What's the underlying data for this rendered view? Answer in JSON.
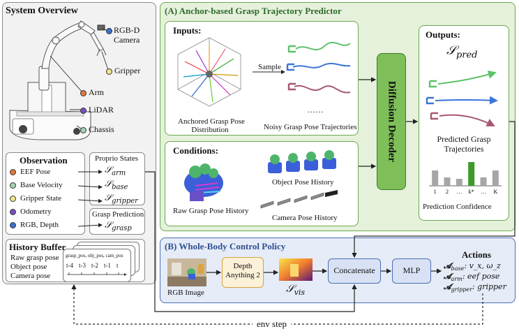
{
  "system_overview": {
    "title": "System Overview",
    "labels": {
      "camera": "RGB-D\nCamera",
      "gripper": "Gripper",
      "arm": "Arm",
      "lidar": "LiDAR",
      "chassis": "Chassis"
    },
    "colors": {
      "camera": "#3b6fd1",
      "gripper": "#f0e68c",
      "arm": "#e07a3c",
      "lidar": "#7a4fc0",
      "chassis": "#9fd3b5"
    }
  },
  "observation": {
    "title": "Observation",
    "items": [
      {
        "label": "EEF Pose",
        "color": "#e07a3c"
      },
      {
        "label": "Base Velocity",
        "color": "#9fd3b5"
      },
      {
        "label": "Gripper State",
        "color": "#f0e68c"
      },
      {
        "label": "Odometry",
        "color": "#7a4fc0"
      },
      {
        "label": "RGB, Depth",
        "color": "#3b6fd1"
      }
    ],
    "proprio_title": "Proprio States",
    "proprio": [
      "S_arm",
      "S_base",
      "S_gripper"
    ],
    "grasp_title": "Grasp Prediction",
    "grasp": "S_grasp"
  },
  "history": {
    "title": "History Buffer",
    "items": [
      "Raw grasp pose",
      "Object pose",
      "Camera pose"
    ],
    "card_header": "grasp_pos, obj_pos, cam_pos",
    "ticks": [
      "t-4",
      "t-3",
      "t-2",
      "t-1",
      "t"
    ]
  },
  "predictor": {
    "title": "(A) Anchor-based Grasp Trajectory Predictor",
    "inputs_title": "Inputs:",
    "anchored_caption": "Anchored Grasp Pose\nDistribution",
    "sample_label": "Sample",
    "ellipsis": "……",
    "noisy_caption": "Noisy Grasp Pose Trajectories",
    "conditions_title": "Conditions:",
    "raw_caption": "Raw Grasp Pose History",
    "object_caption": "Object Pose History",
    "camera_caption": "Camera Pose History",
    "decoder": "Diffusion Decoder",
    "outputs_title": "Outputs:",
    "pred_symbol": "S_pred",
    "pred_caption": "Predicted Grasp\nTrajectories",
    "conf_caption": "Prediction Confidence",
    "conf_ticks": [
      "1",
      "2",
      "…",
      "k*",
      "…",
      "K"
    ],
    "conf_values": [
      0.55,
      0.3,
      0.25,
      0.85,
      0.3,
      0.55
    ]
  },
  "policy": {
    "title": "(B) Whole-Body Control Policy",
    "rgb_caption": "RGB Image",
    "depth_label": "Depth\nAnything 2",
    "vis_symbol": "S_vis",
    "concat_label": "Concatenate",
    "mlp_label": "MLP",
    "actions_title": "Actions",
    "actions": [
      {
        "name": "base",
        "value": "v_x, ω_z"
      },
      {
        "name": "arm",
        "value": "eef pose"
      },
      {
        "name": "gripper",
        "value": "gripper"
      }
    ]
  },
  "env_step": "env step",
  "colors": {
    "predictor_fill": "#e6f1dc",
    "predictor_border": "#6aa84f",
    "decoder_fill": "#7fbf59",
    "policy_fill": "#e6ecf7",
    "policy_border": "#4a6fb5",
    "bar_default": "#a6a6a6",
    "bar_highlight": "#3c9a2a"
  }
}
